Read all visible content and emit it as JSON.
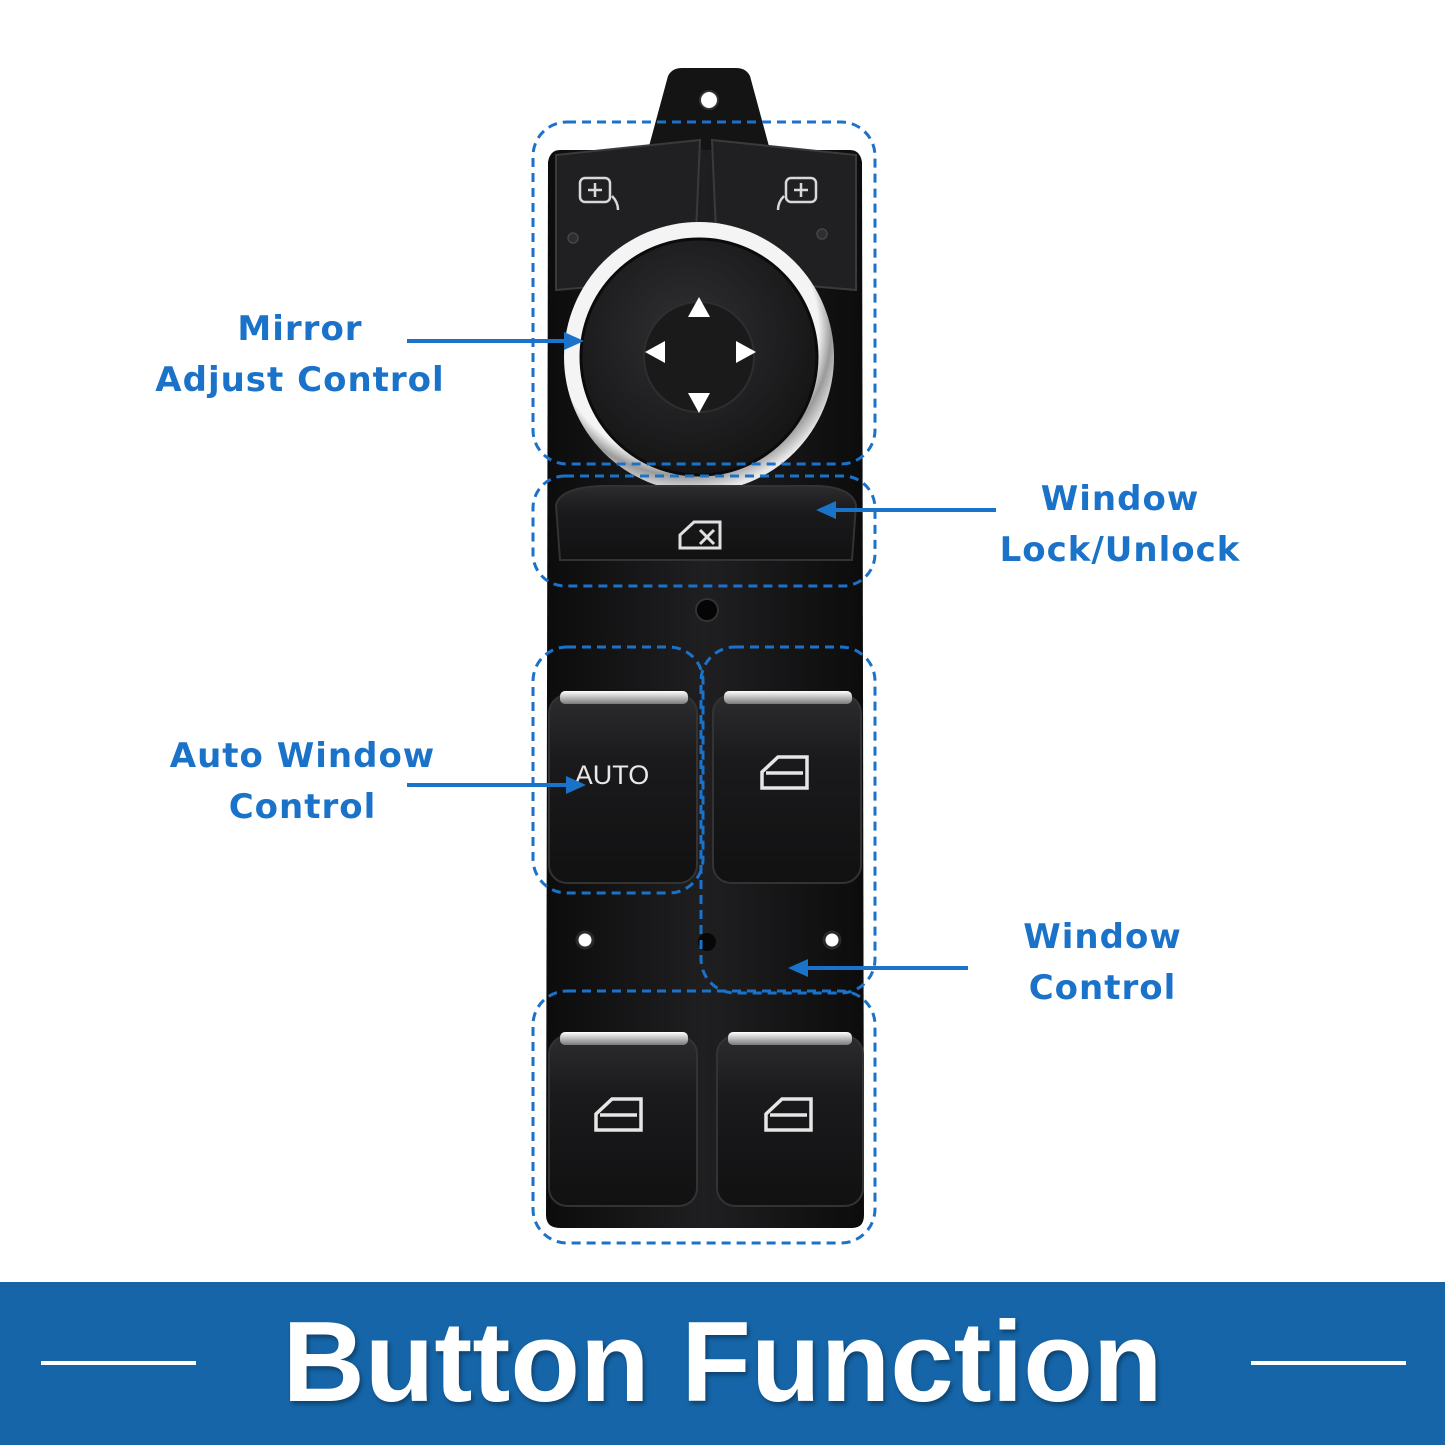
{
  "callouts": {
    "mirror": {
      "line1": "Mirror",
      "line2": "Adjust Control"
    },
    "lock": {
      "line1": "Window",
      "line2": "Lock/Unlock"
    },
    "auto": {
      "line1": "Auto Window",
      "line2": "Control"
    },
    "window": {
      "line1": "Window",
      "line2": "Control"
    }
  },
  "switch_text": {
    "auto_button": "AUTO"
  },
  "banner": {
    "title": "Button Function"
  },
  "colors": {
    "accent_blue": "#1b72c9",
    "banner_blue": "#1565a8",
    "switch_black": "#1c1c1e",
    "chrome": "#c8c8c8"
  },
  "icons": {
    "mirror_select_left": "mirror-select-icon",
    "mirror_select_right": "mirror-select-icon",
    "joystick_arrows": [
      "arrow-up-icon",
      "arrow-left-icon",
      "arrow-right-icon",
      "arrow-down-icon"
    ],
    "lock": "window-lock-icon",
    "windows": "window-icon"
  }
}
